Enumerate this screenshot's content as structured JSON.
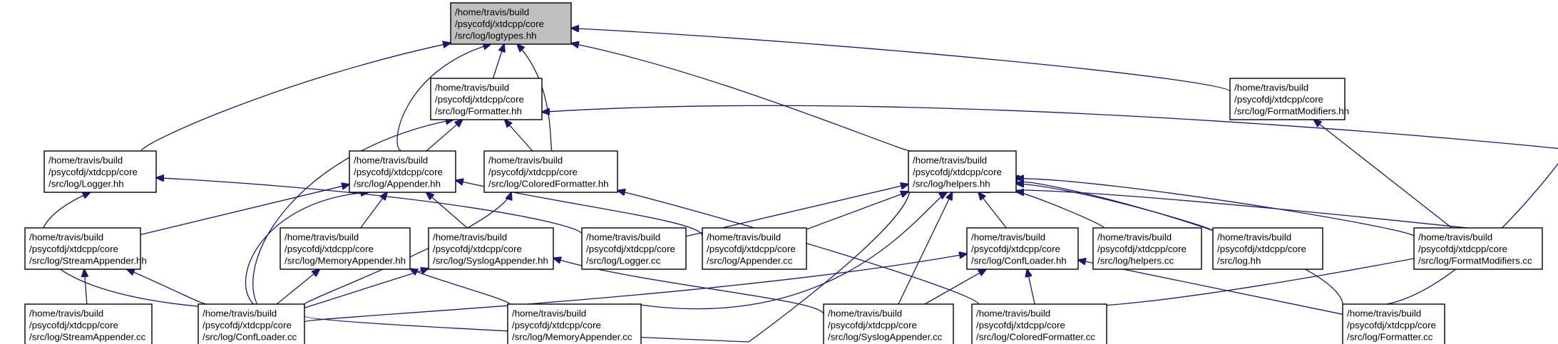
{
  "diagram": {
    "type": "include-dependency-graph",
    "colors": {
      "edge": "#191970",
      "root_fill": "#bfbfbf",
      "node_fill": "#ffffff",
      "border": "#000000"
    },
    "nodes": [
      {
        "id": "logtypes",
        "lines": [
          "/home/travis/build",
          "/psycofdj/xtdcpp/core",
          "/src/log/logtypes.hh"
        ],
        "highlight": true
      },
      {
        "id": "formatter_hh",
        "lines": [
          "/home/travis/build",
          "/psycofdj/xtdcpp/core",
          "/src/log/Formatter.hh"
        ]
      },
      {
        "id": "formatmodifiers_hh",
        "lines": [
          "/home/travis/build",
          "/psycofdj/xtdcpp/core",
          "/src/log/FormatModifiers.hh"
        ]
      },
      {
        "id": "logger_hh",
        "lines": [
          "/home/travis/build",
          "/psycofdj/xtdcpp/core",
          "/src/log/Logger.hh"
        ]
      },
      {
        "id": "appender_hh",
        "lines": [
          "/home/travis/build",
          "/psycofdj/xtdcpp/core",
          "/src/log/Appender.hh"
        ]
      },
      {
        "id": "coloredformatter_hh",
        "lines": [
          "/home/travis/build",
          "/psycofdj/xtdcpp/core",
          "/src/log/ColoredFormatter.hh"
        ]
      },
      {
        "id": "helpers_hh",
        "lines": [
          "/home/travis/build",
          "/psycofdj/xtdcpp/core",
          "/src/log/helpers.hh"
        ]
      },
      {
        "id": "streamappender_hh",
        "lines": [
          "/home/travis/build",
          "/psycofdj/xtdcpp/core",
          "/src/log/StreamAppender.hh"
        ]
      },
      {
        "id": "memoryappender_hh",
        "lines": [
          "/home/travis/build",
          "/psycofdj/xtdcpp/core",
          "/src/log/MemoryAppender.hh"
        ]
      },
      {
        "id": "syslogappender_hh",
        "lines": [
          "/home/travis/build",
          "/psycofdj/xtdcpp/core",
          "/src/log/SyslogAppender.hh"
        ]
      },
      {
        "id": "logger_cc",
        "lines": [
          "/home/travis/build",
          "/psycofdj/xtdcpp/core",
          "/src/log/Logger.cc"
        ]
      },
      {
        "id": "appender_cc",
        "lines": [
          "/home/travis/build",
          "/psycofdj/xtdcpp/core",
          "/src/log/Appender.cc"
        ]
      },
      {
        "id": "confloader_hh",
        "lines": [
          "/home/travis/build",
          "/psycofdj/xtdcpp/core",
          "/src/log/ConfLoader.hh"
        ]
      },
      {
        "id": "helpers_cc",
        "lines": [
          "/home/travis/build",
          "/psycofdj/xtdcpp/core",
          "/src/log/helpers.cc"
        ]
      },
      {
        "id": "log_hh",
        "lines": [
          "/home/travis/build",
          "/psycofdj/xtdcpp/core",
          "/src/log.hh"
        ]
      },
      {
        "id": "formatmodifiers_cc",
        "lines": [
          "/home/travis/build",
          "/psycofdj/xtdcpp/core",
          "/src/log/FormatModifiers.cc"
        ]
      },
      {
        "id": "streamappender_cc",
        "lines": [
          "/home/travis/build",
          "/psycofdj/xtdcpp/core",
          "/src/log/StreamAppender.cc"
        ]
      },
      {
        "id": "confloader_cc",
        "lines": [
          "/home/travis/build",
          "/psycofdj/xtdcpp/core",
          "/src/log/ConfLoader.cc"
        ]
      },
      {
        "id": "memoryappender_cc",
        "lines": [
          "/home/travis/build",
          "/psycofdj/xtdcpp/core",
          "/src/log/MemoryAppender.cc"
        ]
      },
      {
        "id": "syslogappender_cc",
        "lines": [
          "/home/travis/build",
          "/psycofdj/xtdcpp/core",
          "/src/log/SyslogAppender.cc"
        ]
      },
      {
        "id": "coloredformatter_cc",
        "lines": [
          "/home/travis/build",
          "/psycofdj/xtdcpp/core",
          "/src/log/ColoredFormatter.cc"
        ]
      },
      {
        "id": "formatter_cc",
        "lines": [
          "/home/travis/build",
          "/psycofdj/xtdcpp/core",
          "/src/log/Formatter.cc"
        ]
      }
    ],
    "edges": [
      {
        "from": "logtypes",
        "to": "formatter_hh"
      },
      {
        "from": "logtypes",
        "to": "formatmodifiers_hh"
      },
      {
        "from": "logtypes",
        "to": "logger_hh"
      },
      {
        "from": "logtypes",
        "to": "appender_hh"
      },
      {
        "from": "logtypes",
        "to": "coloredformatter_hh"
      },
      {
        "from": "logtypes",
        "to": "helpers_hh"
      },
      {
        "from": "formatter_hh",
        "to": "appender_hh"
      },
      {
        "from": "formatter_hh",
        "to": "coloredformatter_hh"
      },
      {
        "from": "formatter_hh",
        "to": "confloader_cc"
      },
      {
        "from": "formatter_hh",
        "to": "formatter_cc"
      },
      {
        "from": "formatmodifiers_hh",
        "to": "formatmodifiers_cc"
      },
      {
        "from": "logger_hh",
        "to": "logger_cc"
      },
      {
        "from": "logger_hh",
        "to": "confloader_cc"
      },
      {
        "from": "appender_hh",
        "to": "streamappender_hh"
      },
      {
        "from": "appender_hh",
        "to": "memoryappender_hh"
      },
      {
        "from": "appender_hh",
        "to": "syslogappender_hh"
      },
      {
        "from": "appender_hh",
        "to": "appender_cc"
      },
      {
        "from": "appender_hh",
        "to": "confloader_cc"
      },
      {
        "from": "coloredformatter_hh",
        "to": "confloader_cc"
      },
      {
        "from": "coloredformatter_hh",
        "to": "coloredformatter_cc"
      },
      {
        "from": "helpers_hh",
        "to": "logger_cc"
      },
      {
        "from": "helpers_hh",
        "to": "appender_cc"
      },
      {
        "from": "helpers_hh",
        "to": "confloader_hh"
      },
      {
        "from": "helpers_hh",
        "to": "helpers_cc"
      },
      {
        "from": "helpers_hh",
        "to": "log_hh"
      },
      {
        "from": "helpers_hh",
        "to": "formatmodifiers_cc"
      },
      {
        "from": "helpers_hh",
        "to": "confloader_cc"
      },
      {
        "from": "helpers_hh",
        "to": "memoryappender_cc"
      },
      {
        "from": "helpers_hh",
        "to": "syslogappender_cc"
      },
      {
        "from": "helpers_hh",
        "to": "coloredformatter_cc"
      },
      {
        "from": "helpers_hh",
        "to": "formatter_cc"
      },
      {
        "from": "streamappender_hh",
        "to": "streamappender_cc"
      },
      {
        "from": "streamappender_hh",
        "to": "confloader_cc"
      },
      {
        "from": "memoryappender_hh",
        "to": "confloader_cc"
      },
      {
        "from": "memoryappender_hh",
        "to": "memoryappender_cc"
      },
      {
        "from": "syslogappender_hh",
        "to": "confloader_cc"
      },
      {
        "from": "syslogappender_hh",
        "to": "syslogappender_cc"
      },
      {
        "from": "confloader_hh",
        "to": "confloader_cc"
      },
      {
        "from": "confloader_hh",
        "to": "syslogappender_cc"
      },
      {
        "from": "confloader_hh",
        "to": "coloredformatter_cc"
      },
      {
        "from": "confloader_hh",
        "to": "formatter_cc"
      }
    ]
  }
}
